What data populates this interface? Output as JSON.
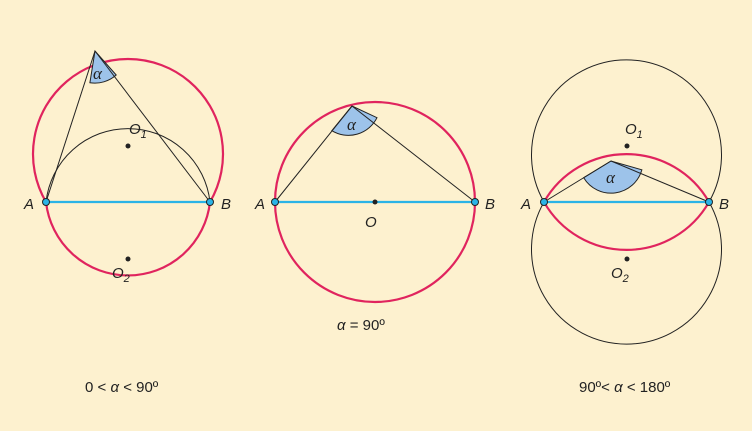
{
  "colors": {
    "background": "#fdf1cf",
    "arc_red": "#e0245e",
    "segment_blue": "#2bb3e6",
    "angle_fill": "#9dc3ea",
    "line": "#222222"
  },
  "labels": {
    "A": "A",
    "B": "B",
    "O": "O",
    "O1": "O",
    "O1_sub": "1",
    "O2": "O",
    "O2_sub": "2",
    "alpha": "α"
  },
  "panels": [
    {
      "id": "acute",
      "caption_left": "0 <",
      "caption_alpha": "α",
      "caption_right": "< 90º"
    },
    {
      "id": "right",
      "caption_left": "",
      "caption_alpha": "α",
      "caption_right": "= 90º"
    },
    {
      "id": "obtuse",
      "caption_left": "90º<",
      "caption_alpha": "α",
      "caption_right": "< 180º"
    }
  ]
}
